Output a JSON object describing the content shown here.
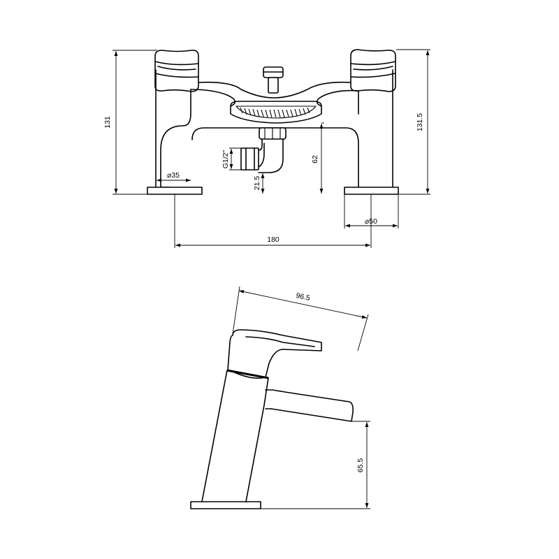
{
  "front_view": {
    "dimensions": {
      "total_height": "131",
      "total_height_right": "131.5",
      "spout_height": "62",
      "outlet_height": "21.5",
      "inlet_thread": "G1/2\"",
      "base_diameter_left": "⌀35",
      "base_diameter_right": "⌀50",
      "centres": "180"
    }
  },
  "side_view": {
    "dimensions": {
      "projection": "96.5",
      "spout_clearance": "65.5"
    }
  }
}
